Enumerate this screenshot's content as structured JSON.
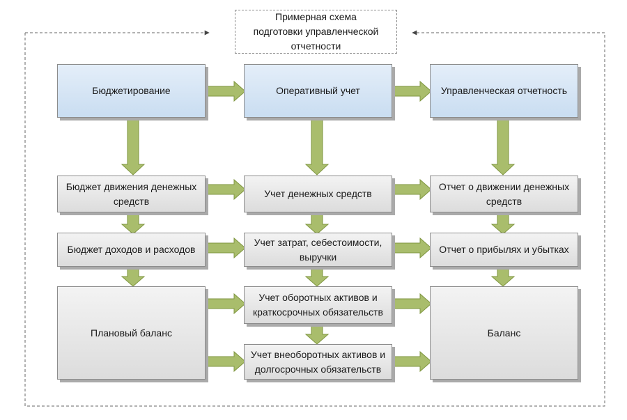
{
  "title": {
    "line1": "Примерная схема",
    "line2": "подготовки управленческой",
    "line3": "отчетности"
  },
  "top_row": {
    "left": "Бюджетирование",
    "center": "Оперативный учет",
    "right": "Управленческая отчетность"
  },
  "row2": {
    "left_line1": "Бюджет движения денежных",
    "left_line2": "средств",
    "center": "Учет денежных средств",
    "right_line1": "Отчет о движении денежных",
    "right_line2": "средств"
  },
  "row3": {
    "left": "Бюджет доходов и расходов",
    "center_line1": "Учет затрат, себестоимости,",
    "center_line2": "выручки",
    "right": "Отчет о прибылях и убытках"
  },
  "row4": {
    "left": "Плановый баланс",
    "center_top_line1": "Учет оборотных активов и",
    "center_top_line2": "краткосрочных обязательств",
    "center_bottom_line1": "Учет внеоборотных активов и",
    "center_bottom_line2": "долгосрочных обязательств",
    "right": "Баланс"
  },
  "colors": {
    "arrow_fill": "#a9bd6c",
    "arrow_stroke": "#7f9640",
    "blue_box": "#d6e6f6",
    "gray_box": "#e6e6e6"
  }
}
